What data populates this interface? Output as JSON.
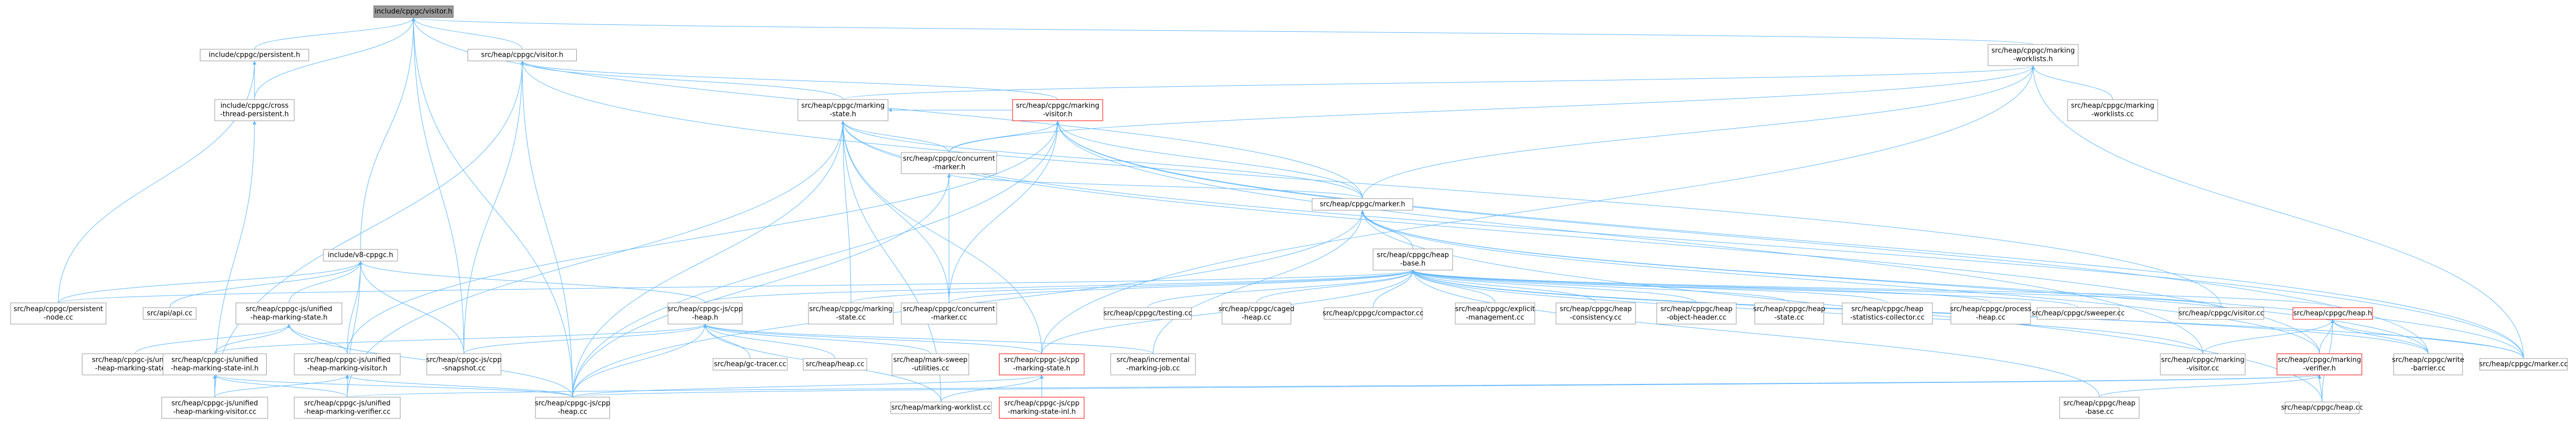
{
  "nodes": [
    {
      "id": "visitor_h",
      "lines": [
        "include/cppgc/visitor.h"
      ],
      "style": "root"
    },
    {
      "id": "persistent_h",
      "lines": [
        "include/cppgc/persistent.h"
      ]
    },
    {
      "id": "src_visitor_h",
      "lines": [
        "src/heap/cppgc/visitor.h"
      ]
    },
    {
      "id": "cross_thread",
      "lines": [
        "include/cppgc/cross",
        "-thread-persistent.h"
      ]
    },
    {
      "id": "marking_worklists_h",
      "lines": [
        "src/heap/cppgc/marking",
        "-worklists.h"
      ]
    },
    {
      "id": "marking_worklists_cc",
      "lines": [
        "src/heap/cppgc/marking",
        "-worklists.cc"
      ]
    },
    {
      "id": "marking_state_h",
      "lines": [
        "src/heap/cppgc/marking",
        "-state.h"
      ]
    },
    {
      "id": "marking_visitor_h",
      "lines": [
        "src/heap/cppgc/marking",
        "-visitor.h"
      ],
      "style": "red"
    },
    {
      "id": "concurrent_marker_h",
      "lines": [
        "src/heap/cppgc/concurrent",
        "-marker.h"
      ]
    },
    {
      "id": "marker_h",
      "lines": [
        "src/heap/cppgc/marker.h"
      ]
    },
    {
      "id": "v8_cppgc_h",
      "lines": [
        "include/v8-cppgc.h"
      ]
    },
    {
      "id": "heap_base_h",
      "lines": [
        "src/heap/cppgc/heap",
        "-base.h"
      ]
    },
    {
      "id": "persistent_node_cc",
      "lines": [
        "src/heap/cppgc/persistent",
        "-node.cc"
      ]
    },
    {
      "id": "api_api_cc",
      "lines": [
        "src/api/api.cc"
      ]
    },
    {
      "id": "unified_marking_state_h",
      "lines": [
        "src/heap/cppgc-js/unified",
        "-heap-marking-state.h"
      ]
    },
    {
      "id": "cpp_heap_h",
      "lines": [
        "src/heap/cppgc-js/cpp",
        "-heap.h"
      ]
    },
    {
      "id": "marking_state_cc",
      "lines": [
        "src/heap/cppgc/marking",
        "-state.cc"
      ]
    },
    {
      "id": "concurrent_marker_cc",
      "lines": [
        "src/heap/cppgc/concurrent",
        "-marker.cc"
      ]
    },
    {
      "id": "testing_cc",
      "lines": [
        "src/heap/cppgc/testing.cc"
      ]
    },
    {
      "id": "caged_heap_cc",
      "lines": [
        "src/heap/cppgc/caged",
        "-heap.cc"
      ]
    },
    {
      "id": "compactor_cc",
      "lines": [
        "src/heap/cppgc/compactor.cc"
      ]
    },
    {
      "id": "explicit_mgmt_cc",
      "lines": [
        "src/heap/cppgc/explicit",
        "-management.cc"
      ]
    },
    {
      "id": "heap_consistency_cc",
      "lines": [
        "src/heap/cppgc/heap",
        "-consistency.cc"
      ]
    },
    {
      "id": "object_header_cc",
      "lines": [
        "src/heap/cppgc/heap",
        "-object-header.cc"
      ]
    },
    {
      "id": "heap_state_cc",
      "lines": [
        "src/heap/cppgc/heap",
        "-state.cc"
      ]
    },
    {
      "id": "stats_collector_cc",
      "lines": [
        "src/heap/cppgc/heap",
        "-statistics-collector.cc"
      ]
    },
    {
      "id": "process_heap_cc",
      "lines": [
        "src/heap/cppgc/process",
        "-heap.cc"
      ]
    },
    {
      "id": "sweeper_cc",
      "lines": [
        "src/heap/cppgc/sweeper.cc"
      ]
    },
    {
      "id": "visitor_cc",
      "lines": [
        "src/heap/cppgc/visitor.cc"
      ]
    },
    {
      "id": "heap_h",
      "lines": [
        "src/heap/cppgc/heap.h"
      ],
      "style": "red"
    },
    {
      "id": "unified_marking_state_cc",
      "lines": [
        "src/heap/cppgc-js/unified",
        "-heap-marking-state.cc"
      ]
    },
    {
      "id": "unified_marking_state_inl_h",
      "lines": [
        "src/heap/cppgc-js/unified",
        "-heap-marking-state-inl.h"
      ]
    },
    {
      "id": "unified_marking_visitor_h",
      "lines": [
        "src/heap/cppgc-js/unified",
        "-heap-marking-visitor.h"
      ]
    },
    {
      "id": "cpp_snapshot_cc",
      "lines": [
        "src/heap/cppgc-js/cpp",
        "-snapshot.cc"
      ]
    },
    {
      "id": "gc_tracer_cc",
      "lines": [
        "src/heap/gc-tracer.cc"
      ]
    },
    {
      "id": "heap_heap_cc",
      "lines": [
        "src/heap/heap.cc"
      ]
    },
    {
      "id": "mark_sweep_utilities_cc",
      "lines": [
        "src/heap/mark-sweep",
        "-utilities.cc"
      ]
    },
    {
      "id": "cppgc_js_marking_state_h",
      "lines": [
        "src/heap/cppgc-js/cpp",
        "-marking-state.h"
      ],
      "style": "red"
    },
    {
      "id": "incremental_marking_job_cc",
      "lines": [
        "src/heap/incremental",
        "-marking-job.cc"
      ]
    },
    {
      "id": "marking_visitor_cc",
      "lines": [
        "src/heap/cppgc/marking",
        "-visitor.cc"
      ]
    },
    {
      "id": "marking_verifier_h",
      "lines": [
        "src/heap/cppgc/marking",
        "-verifier.h"
      ],
      "style": "red"
    },
    {
      "id": "write_barrier_cc",
      "lines": [
        "src/heap/cppgc/write",
        "-barrier.cc"
      ]
    },
    {
      "id": "marker_cc",
      "lines": [
        "src/heap/cppgc/marker.cc"
      ]
    },
    {
      "id": "unified_marking_visitor_cc",
      "lines": [
        "src/heap/cppgc-js/unified",
        "-heap-marking-visitor.cc"
      ]
    },
    {
      "id": "unified_marking_verifier_cc",
      "lines": [
        "src/heap/cppgc-js/unified",
        "-heap-marking-verifier.cc"
      ]
    },
    {
      "id": "cpp_heap_cc",
      "lines": [
        "src/heap/cppgc-js/cpp",
        "-heap.cc"
      ]
    },
    {
      "id": "marking_worklist_cc",
      "lines": [
        "src/heap/marking-worklist.cc"
      ]
    },
    {
      "id": "cppgc_js_marking_state_inl_h",
      "lines": [
        "src/heap/cppgc-js/cpp",
        "-marking-state-inl.h"
      ],
      "style": "red"
    },
    {
      "id": "heap_base_cc",
      "lines": [
        "src/heap/cppgc/heap",
        "-base.cc"
      ]
    },
    {
      "id": "cppgc_heap_cc",
      "lines": [
        "src/heap/cppgc/heap.cc"
      ]
    }
  ],
  "edges": [
    [
      "persistent_h",
      "visitor_h"
    ],
    [
      "src_visitor_h",
      "visitor_h"
    ],
    [
      "cross_thread",
      "visitor_h"
    ],
    [
      "v8_cppgc_h",
      "visitor_h"
    ],
    [
      "marking_worklists_h",
      "visitor_h"
    ],
    [
      "marker_h",
      "visitor_h"
    ],
    [
      "cpp_snapshot_cc",
      "visitor_h"
    ],
    [
      "cpp_heap_cc",
      "visitor_h"
    ],
    [
      "cross_thread",
      "persistent_h"
    ],
    [
      "persistent_node_cc",
      "persistent_h"
    ],
    [
      "unified_marking_visitor_cc",
      "cross_thread"
    ],
    [
      "marking_state_h",
      "src_visitor_h"
    ],
    [
      "marking_visitor_h",
      "src_visitor_h"
    ],
    [
      "cpp_heap_cc",
      "src_visitor_h"
    ],
    [
      "cpp_snapshot_cc",
      "src_visitor_h"
    ],
    [
      "visitor_cc",
      "src_visitor_h"
    ],
    [
      "unified_marking_visitor_cc",
      "src_visitor_h"
    ],
    [
      "marking_worklists_cc",
      "marking_worklists_h"
    ],
    [
      "marking_state_h",
      "marking_worklists_h"
    ],
    [
      "concurrent_marker_h",
      "marking_worklists_h"
    ],
    [
      "marker_h",
      "marking_worklists_h"
    ],
    [
      "cppgc_js_marking_state_h",
      "marking_worklists_h"
    ],
    [
      "marker_cc",
      "marking_worklists_h"
    ],
    [
      "marking_visitor_h",
      "marking_state_h"
    ],
    [
      "concurrent_marker_h",
      "marking_state_h"
    ],
    [
      "marker_h",
      "marking_state_h"
    ],
    [
      "marking_state_cc",
      "marking_state_h"
    ],
    [
      "concurrent_marker_cc",
      "marking_state_h"
    ],
    [
      "cppgc_js_marking_state_h",
      "marking_state_h"
    ],
    [
      "cpp_heap_cc",
      "marking_state_h"
    ],
    [
      "marking_worklist_cc",
      "marking_state_h"
    ],
    [
      "unified_marking_verifier_cc",
      "marking_state_h"
    ],
    [
      "marking_verifier_h",
      "marking_state_h"
    ],
    [
      "marker_cc",
      "marking_state_h"
    ],
    [
      "concurrent_marker_h",
      "marking_visitor_h"
    ],
    [
      "marker_h",
      "marking_visitor_h"
    ],
    [
      "concurrent_marker_cc",
      "marking_visitor_h"
    ],
    [
      "marking_visitor_cc",
      "marking_visitor_h"
    ],
    [
      "cpp_heap_cc",
      "marking_visitor_h"
    ],
    [
      "write_barrier_cc",
      "marking_visitor_h"
    ],
    [
      "unified_marking_visitor_h",
      "marking_visitor_h"
    ],
    [
      "marker_cc",
      "marking_visitor_h"
    ],
    [
      "marker_h",
      "concurrent_marker_h"
    ],
    [
      "concurrent_marker_cc",
      "concurrent_marker_h"
    ],
    [
      "cpp_heap_cc",
      "concurrent_marker_h"
    ],
    [
      "heap_base_h",
      "marker_h"
    ],
    [
      "cpp_heap_cc",
      "marker_h"
    ],
    [
      "marker_cc",
      "marker_h"
    ],
    [
      "write_barrier_cc",
      "marker_h"
    ],
    [
      "marking_verifier_h",
      "marker_h"
    ],
    [
      "incremental_marking_job_cc",
      "marker_h"
    ],
    [
      "cppgc_heap_cc",
      "marker_h"
    ],
    [
      "persistent_node_cc",
      "v8_cppgc_h"
    ],
    [
      "api_api_cc",
      "v8_cppgc_h"
    ],
    [
      "unified_marking_state_h",
      "v8_cppgc_h"
    ],
    [
      "cpp_heap_h",
      "v8_cppgc_h"
    ],
    [
      "unified_marking_visitor_h",
      "v8_cppgc_h"
    ],
    [
      "cpp_snapshot_cc",
      "v8_cppgc_h"
    ],
    [
      "unified_marking_verifier_cc",
      "v8_cppgc_h"
    ],
    [
      "cpp_heap_h",
      "heap_base_h"
    ],
    [
      "persistent_node_cc",
      "heap_base_h"
    ],
    [
      "marking_state_cc",
      "heap_base_h"
    ],
    [
      "concurrent_marker_cc",
      "heap_base_h"
    ],
    [
      "testing_cc",
      "heap_base_h"
    ],
    [
      "caged_heap_cc",
      "heap_base_h"
    ],
    [
      "compactor_cc",
      "heap_base_h"
    ],
    [
      "explicit_mgmt_cc",
      "heap_base_h"
    ],
    [
      "heap_consistency_cc",
      "heap_base_h"
    ],
    [
      "object_header_cc",
      "heap_base_h"
    ],
    [
      "heap_state_cc",
      "heap_base_h"
    ],
    [
      "stats_collector_cc",
      "heap_base_h"
    ],
    [
      "process_heap_cc",
      "heap_base_h"
    ],
    [
      "sweeper_cc",
      "heap_base_h"
    ],
    [
      "visitor_cc",
      "heap_base_h"
    ],
    [
      "heap_h",
      "heap_base_h"
    ],
    [
      "marking_visitor_cc",
      "heap_base_h"
    ],
    [
      "write_barrier_cc",
      "heap_base_h"
    ],
    [
      "marker_cc",
      "heap_base_h"
    ],
    [
      "heap_base_cc",
      "heap_base_h"
    ],
    [
      "cppgc_js_marking_state_h",
      "heap_base_h"
    ],
    [
      "unified_marking_state_inl_h",
      "unified_marking_state_h"
    ],
    [
      "unified_marking_state_cc",
      "unified_marking_state_h"
    ],
    [
      "unified_marking_visitor_h",
      "unified_marking_state_h"
    ],
    [
      "cpp_heap_cc",
      "unified_marking_state_h"
    ],
    [
      "unified_marking_visitor_cc",
      "unified_marking_state_inl_h"
    ],
    [
      "unified_marking_verifier_cc",
      "unified_marking_state_inl_h"
    ],
    [
      "cpp_heap_cc",
      "unified_marking_state_inl_h"
    ],
    [
      "unified_marking_visitor_cc",
      "unified_marking_visitor_h"
    ],
    [
      "cpp_heap_cc",
      "unified_marking_visitor_h"
    ],
    [
      "cpp_snapshot_cc",
      "cpp_heap_h"
    ],
    [
      "gc_tracer_cc",
      "cpp_heap_h"
    ],
    [
      "heap_heap_cc",
      "cpp_heap_h"
    ],
    [
      "mark_sweep_utilities_cc",
      "cpp_heap_h"
    ],
    [
      "cppgc_js_marking_state_h",
      "cpp_heap_h"
    ],
    [
      "incremental_marking_job_cc",
      "cpp_heap_h"
    ],
    [
      "cpp_heap_cc",
      "cpp_heap_h"
    ],
    [
      "marking_worklist_cc",
      "cpp_heap_h"
    ],
    [
      "unified_marking_state_inl_h",
      "cpp_heap_h"
    ],
    [
      "cpp_heap_cc",
      "cppgc_js_marking_state_h"
    ],
    [
      "marking_worklist_cc",
      "cppgc_js_marking_state_h"
    ],
    [
      "cppgc_js_marking_state_inl_h",
      "cppgc_js_marking_state_h"
    ],
    [
      "marking_visitor_cc",
      "heap_h"
    ],
    [
      "marking_verifier_h",
      "heap_h"
    ],
    [
      "write_barrier_cc",
      "heap_h"
    ],
    [
      "marker_cc",
      "heap_h"
    ],
    [
      "cppgc_heap_cc",
      "heap_h"
    ],
    [
      "heap_base_cc",
      "marking_verifier_h"
    ],
    [
      "cppgc_heap_cc",
      "marking_verifier_h"
    ],
    [
      "cpp_heap_cc",
      "marking_verifier_h"
    ],
    [
      "unified_marking_verifier_cc",
      "marking_verifier_h"
    ]
  ]
}
